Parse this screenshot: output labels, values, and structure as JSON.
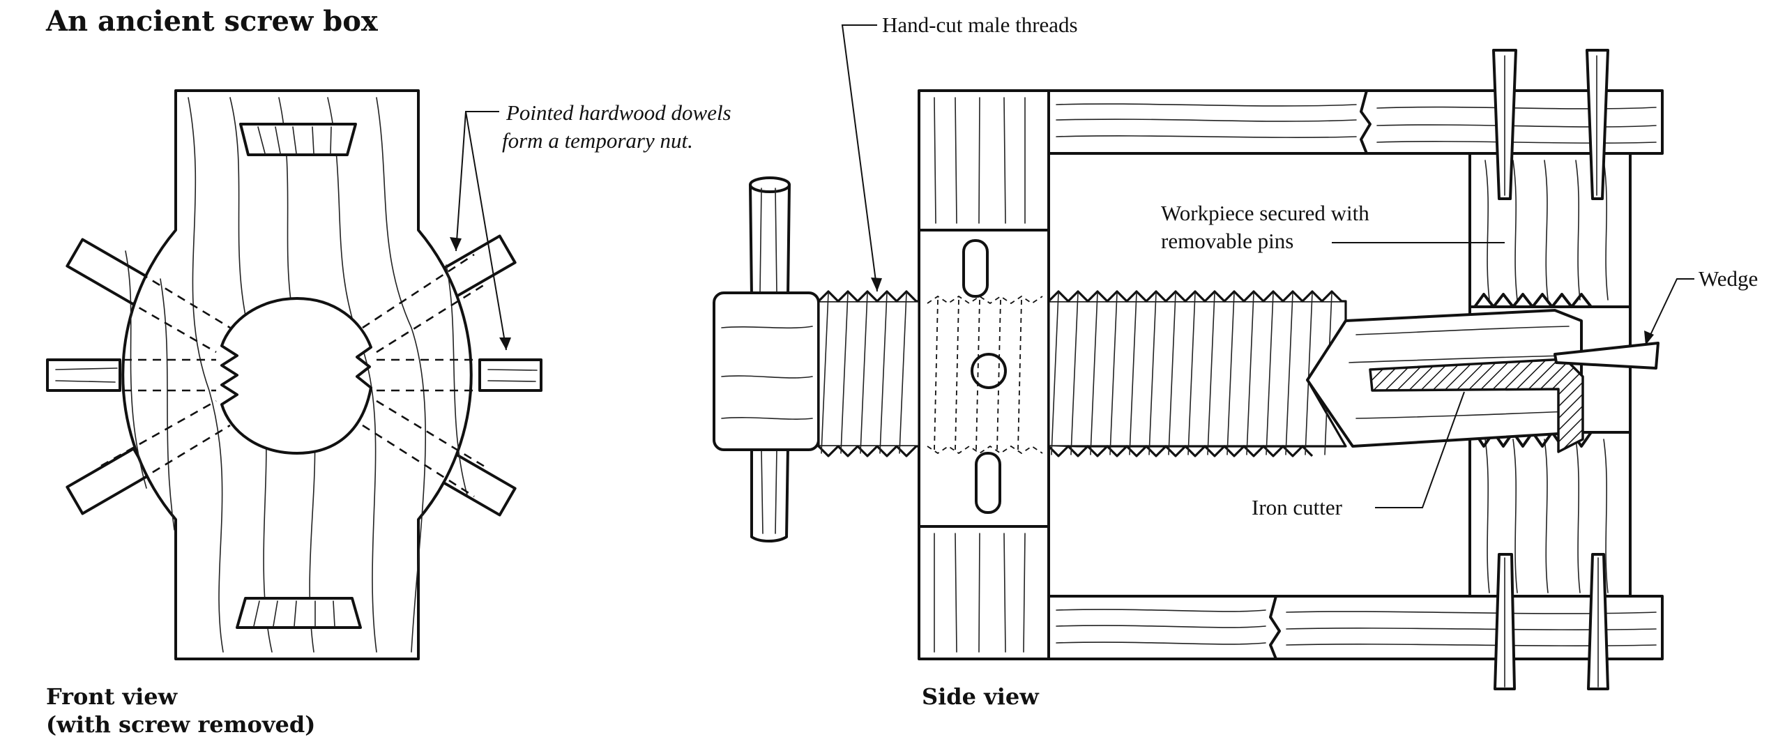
{
  "title": "An ancient screw box",
  "front_view": {
    "caption_line1": "Front view",
    "caption_line2": "(with screw removed)",
    "callout_line1": "Pointed hardwood dowels",
    "callout_line2": "form a temporary nut."
  },
  "side_view": {
    "caption": "Side view",
    "threads_label": "Hand-cut male threads",
    "workpiece_line1": "Workpiece secured with",
    "workpiece_line2": "removable pins",
    "wedge_label": "Wedge",
    "cutter_label": "Iron cutter"
  }
}
